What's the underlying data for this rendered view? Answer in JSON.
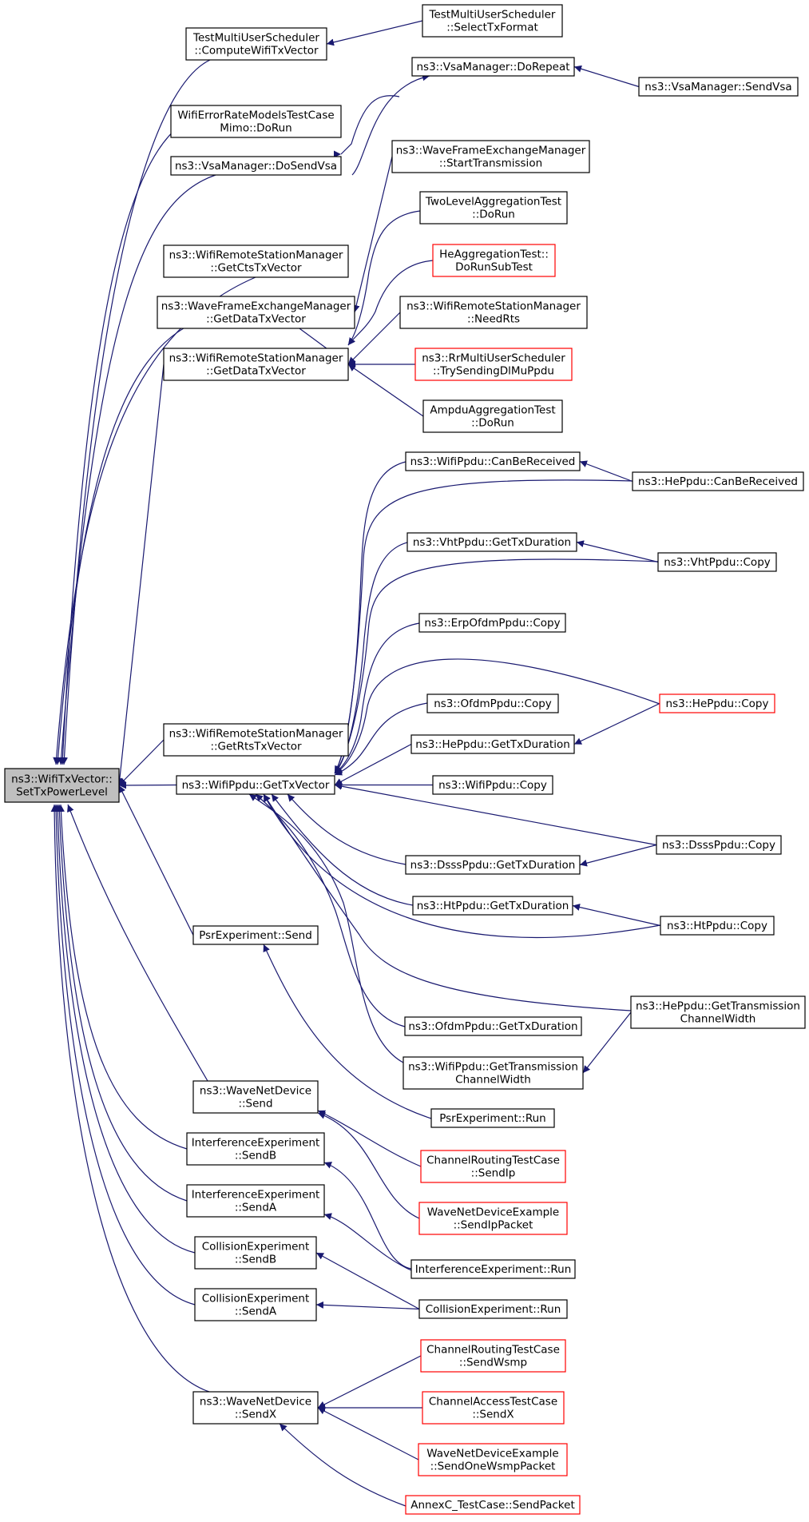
{
  "colors": {
    "edge": "#191970",
    "node_border": "#000000",
    "node_border_truncated": "#ff0000",
    "root_fill": "#bfbfbf",
    "node_fill": "#ffffff"
  },
  "nodes": [
    {
      "id": "root",
      "lines": [
        "ns3::WifiTxVector::",
        "SetTxPowerLevel"
      ],
      "style": "root"
    },
    {
      "id": "cwtv",
      "lines": [
        "TestMultiUserScheduler",
        "::ComputeWifiTxVector"
      ],
      "style": "normal"
    },
    {
      "id": "stf",
      "lines": [
        "TestMultiUserScheduler",
        "::SelectTxFormat"
      ],
      "style": "normal"
    },
    {
      "id": "werm",
      "lines": [
        "WifiErrorRateModelsTestCase",
        "Mimo::DoRun"
      ],
      "style": "normal"
    },
    {
      "id": "dosend",
      "lines": [
        "ns3::VsaManager::DoSendVsa"
      ],
      "style": "normal"
    },
    {
      "id": "dorepeat",
      "lines": [
        "ns3::VsaManager::DoRepeat"
      ],
      "style": "normal"
    },
    {
      "id": "sendvsa",
      "lines": [
        "ns3::VsaManager::SendVsa"
      ],
      "style": "normal"
    },
    {
      "id": "wfemst",
      "lines": [
        "ns3::WaveFrameExchangeManager",
        "::StartTransmission"
      ],
      "style": "normal"
    },
    {
      "id": "getcts",
      "lines": [
        "ns3::WifiRemoteStationManager",
        "::GetCtsTxVector"
      ],
      "style": "normal"
    },
    {
      "id": "tlat",
      "lines": [
        "TwoLevelAggregationTest",
        "::DoRun"
      ],
      "style": "normal"
    },
    {
      "id": "heagg",
      "lines": [
        "HeAggregationTest::",
        "DoRunSubTest"
      ],
      "style": "truncated"
    },
    {
      "id": "wfemgd",
      "lines": [
        "ns3::WaveFrameExchangeManager",
        "::GetDataTxVector"
      ],
      "style": "normal"
    },
    {
      "id": "needrts",
      "lines": [
        "ns3::WifiRemoteStationManager",
        "::NeedRts"
      ],
      "style": "normal"
    },
    {
      "id": "wrsmgd",
      "lines": [
        "ns3::WifiRemoteStationManager",
        "::GetDataTxVector"
      ],
      "style": "normal"
    },
    {
      "id": "rrmu",
      "lines": [
        "ns3::RrMultiUserScheduler",
        "::TrySendingDlMuPpdu"
      ],
      "style": "truncated"
    },
    {
      "id": "ampdu",
      "lines": [
        "AmpduAggregationTest",
        "::DoRun"
      ],
      "style": "normal"
    },
    {
      "id": "wpcbr",
      "lines": [
        "ns3::WifiPpdu::CanBeReceived"
      ],
      "style": "normal"
    },
    {
      "id": "hecbr",
      "lines": [
        "ns3::HePpdu::CanBeReceived"
      ],
      "style": "normal"
    },
    {
      "id": "vhtdur",
      "lines": [
        "ns3::VhtPpdu::GetTxDuration"
      ],
      "style": "normal"
    },
    {
      "id": "vhtcopy",
      "lines": [
        "ns3::VhtPpdu::Copy"
      ],
      "style": "normal"
    },
    {
      "id": "erpcopy",
      "lines": [
        "ns3::ErpOfdmPpdu::Copy"
      ],
      "style": "normal"
    },
    {
      "id": "ofdmcopy",
      "lines": [
        "ns3::OfdmPpdu::Copy"
      ],
      "style": "normal"
    },
    {
      "id": "hecopy",
      "lines": [
        "ns3::HePpdu::Copy"
      ],
      "style": "truncated"
    },
    {
      "id": "hedur",
      "lines": [
        "ns3::HePpdu::GetTxDuration"
      ],
      "style": "normal"
    },
    {
      "id": "getrts",
      "lines": [
        "ns3::WifiRemoteStationManager",
        "::GetRtsTxVector"
      ],
      "style": "normal"
    },
    {
      "id": "wpgtv",
      "lines": [
        "ns3::WifiPpdu::GetTxVector"
      ],
      "style": "normal"
    },
    {
      "id": "wpcopy",
      "lines": [
        "ns3::WifiPpdu::Copy"
      ],
      "style": "normal"
    },
    {
      "id": "dsssdur",
      "lines": [
        "ns3::DsssPpdu::GetTxDuration"
      ],
      "style": "normal"
    },
    {
      "id": "dssscopy",
      "lines": [
        "ns3::DsssPpdu::Copy"
      ],
      "style": "normal"
    },
    {
      "id": "htdur",
      "lines": [
        "ns3::HtPpdu::GetTxDuration"
      ],
      "style": "normal"
    },
    {
      "id": "htcopy",
      "lines": [
        "ns3::HtPpdu::Copy"
      ],
      "style": "normal"
    },
    {
      "id": "psrsend",
      "lines": [
        "PsrExperiment::Send"
      ],
      "style": "normal"
    },
    {
      "id": "hegtcw",
      "lines": [
        "ns3::HePpdu::GetTransmission",
        "ChannelWidth"
      ],
      "style": "normal"
    },
    {
      "id": "ofdmdur",
      "lines": [
        "ns3::OfdmPpdu::GetTxDuration"
      ],
      "style": "normal"
    },
    {
      "id": "wpgtcw",
      "lines": [
        "ns3::WifiPpdu::GetTransmission",
        "ChannelWidth"
      ],
      "style": "normal"
    },
    {
      "id": "wndsend",
      "lines": [
        "ns3::WaveNetDevice",
        "::Send"
      ],
      "style": "normal"
    },
    {
      "id": "psrrun",
      "lines": [
        "PsrExperiment::Run"
      ],
      "style": "normal"
    },
    {
      "id": "iesendb",
      "lines": [
        "InterferenceExperiment",
        "::SendB"
      ],
      "style": "normal"
    },
    {
      "id": "crtcsendip",
      "lines": [
        "ChannelRoutingTestCase",
        "::SendIp"
      ],
      "style": "truncated"
    },
    {
      "id": "iesenda",
      "lines": [
        "InterferenceExperiment",
        "::SendA"
      ],
      "style": "normal"
    },
    {
      "id": "wndesendip",
      "lines": [
        "WaveNetDeviceExample",
        "::SendIpPacket"
      ],
      "style": "truncated"
    },
    {
      "id": "cesendb",
      "lines": [
        "CollisionExperiment",
        "::SendB"
      ],
      "style": "normal"
    },
    {
      "id": "ierun",
      "lines": [
        "InterferenceExperiment::Run"
      ],
      "style": "normal"
    },
    {
      "id": "cesenda",
      "lines": [
        "CollisionExperiment",
        "::SendA"
      ],
      "style": "normal"
    },
    {
      "id": "cerun",
      "lines": [
        "CollisionExperiment::Run"
      ],
      "style": "normal"
    },
    {
      "id": "crtcwsmp",
      "lines": [
        "ChannelRoutingTestCase",
        "::SendWsmp"
      ],
      "style": "truncated"
    },
    {
      "id": "wndsendx",
      "lines": [
        "ns3::WaveNetDevice",
        "::SendX"
      ],
      "style": "normal"
    },
    {
      "id": "catcsendx",
      "lines": [
        "ChannelAccessTestCase",
        "::SendX"
      ],
      "style": "truncated"
    },
    {
      "id": "wndeonewsmp",
      "lines": [
        "WaveNetDeviceExample",
        "::SendOneWsmpPacket"
      ],
      "style": "truncated"
    },
    {
      "id": "annexc",
      "lines": [
        "AnnexC_TestCase::SendPacket"
      ],
      "style": "truncated"
    }
  ],
  "edges": [
    [
      "root",
      "cwtv"
    ],
    [
      "cwtv",
      "stf"
    ],
    [
      "root",
      "werm"
    ],
    [
      "root",
      "dosend"
    ],
    [
      "dosend",
      "dorepeat"
    ],
    [
      "dorepeat",
      "sendvsa"
    ],
    [
      "dosend",
      "sendvsa"
    ],
    [
      "root",
      "getcts"
    ],
    [
      "root",
      "wfemgd"
    ],
    [
      "wfemgd",
      "wfemst"
    ],
    [
      "root",
      "wrsmgd"
    ],
    [
      "wrsmgd",
      "wfemgd"
    ],
    [
      "wrsmgd",
      "tlat"
    ],
    [
      "wrsmgd",
      "heagg"
    ],
    [
      "wrsmgd",
      "needrts"
    ],
    [
      "wrsmgd",
      "rrmu"
    ],
    [
      "wrsmgd",
      "ampdu"
    ],
    [
      "root",
      "getrts"
    ],
    [
      "root",
      "wpgtv"
    ],
    [
      "wpgtv",
      "wpcbr"
    ],
    [
      "wpcbr",
      "hecbr"
    ],
    [
      "wpgtv",
      "hecbr"
    ],
    [
      "wpgtv",
      "vhtdur"
    ],
    [
      "vhtdur",
      "vhtcopy"
    ],
    [
      "wpgtv",
      "vhtcopy"
    ],
    [
      "wpgtv",
      "erpcopy"
    ],
    [
      "wpgtv",
      "ofdmcopy"
    ],
    [
      "wpgtv",
      "hecopy"
    ],
    [
      "wpgtv",
      "hedur"
    ],
    [
      "hedur",
      "hecopy"
    ],
    [
      "wpgtv",
      "wpcopy"
    ],
    [
      "wpgtv",
      "dssscopy"
    ],
    [
      "wpgtv",
      "dsssdur"
    ],
    [
      "dsssdur",
      "dssscopy"
    ],
    [
      "wpgtv",
      "htdur"
    ],
    [
      "htdur",
      "htcopy"
    ],
    [
      "wpgtv",
      "htcopy"
    ],
    [
      "wpgtv",
      "hegtcw"
    ],
    [
      "wpgtv",
      "ofdmdur"
    ],
    [
      "wpgtv",
      "wpgtcw"
    ],
    [
      "wpgtcw",
      "hegtcw"
    ],
    [
      "root",
      "psrsend"
    ],
    [
      "psrsend",
      "psrrun"
    ],
    [
      "root",
      "wndsend"
    ],
    [
      "wndsend",
      "crtcsendip"
    ],
    [
      "wndsend",
      "wndesendip"
    ],
    [
      "root",
      "iesendb"
    ],
    [
      "iesendb",
      "ierun"
    ],
    [
      "root",
      "iesenda"
    ],
    [
      "iesenda",
      "ierun"
    ],
    [
      "root",
      "cesendb"
    ],
    [
      "cesendb",
      "cerun"
    ],
    [
      "root",
      "cesenda"
    ],
    [
      "cesenda",
      "cerun"
    ],
    [
      "root",
      "wndsendx"
    ],
    [
      "wndsendx",
      "crtcwsmp"
    ],
    [
      "wndsendx",
      "catcsendx"
    ],
    [
      "wndsendx",
      "wndeonewsmp"
    ],
    [
      "wndsendx",
      "annexc"
    ]
  ]
}
